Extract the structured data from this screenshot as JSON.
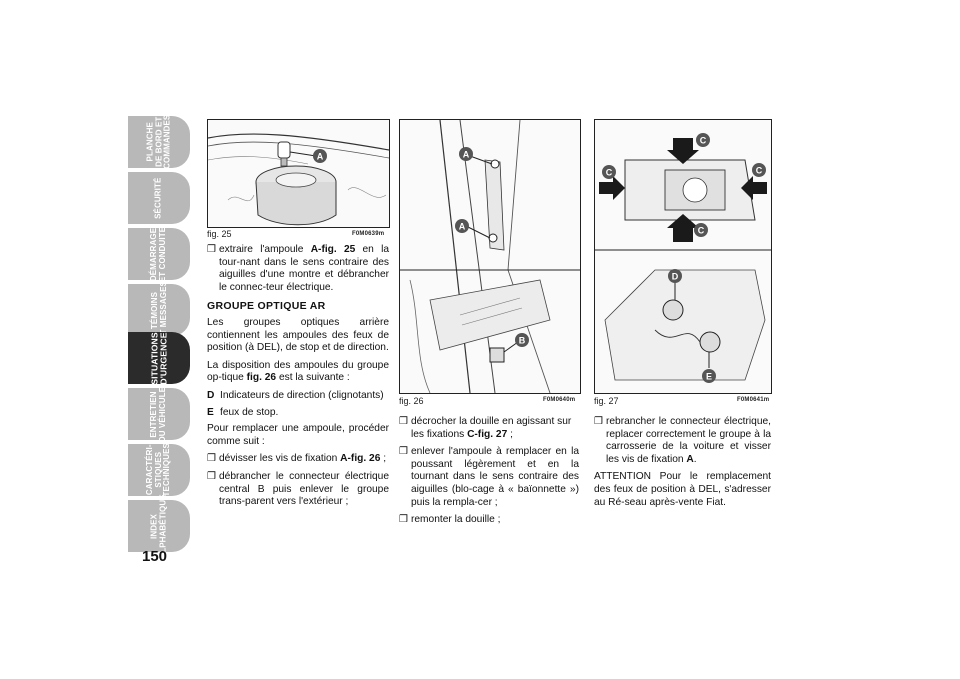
{
  "side_tabs": [
    {
      "label": "PLANCHE\nDE BORD ET\nCOMMANDES",
      "active": false
    },
    {
      "label": "SÉCURITÉ",
      "active": false
    },
    {
      "label": "DÉMARRAGE\nET CONDUITE",
      "active": false
    },
    {
      "label": "TÉMOINS\nET MESSAGES",
      "active": false
    },
    {
      "label": "SITUATIONS\nD'URGENCE",
      "active": true
    },
    {
      "label": "ENTRETIEN\nDU VÉHICULE",
      "active": false
    },
    {
      "label": "CARACTÉRI-\nSTIQUES\nTECHNIQUES",
      "active": false
    },
    {
      "label": "INDEX\nALPHABÉTIQUE",
      "active": false
    }
  ],
  "page_number": "150",
  "figures": {
    "fig25": {
      "caption": "fig. 25",
      "code": "F0M0639m",
      "callouts": [
        "A"
      ]
    },
    "fig26": {
      "caption": "fig. 26",
      "code": "F0M0640m",
      "callouts": [
        "A",
        "A",
        "B"
      ]
    },
    "fig27": {
      "caption": "fig. 27",
      "code": "F0M0641m",
      "callouts": [
        "C",
        "C",
        "C",
        "C",
        "D",
        "E"
      ]
    }
  },
  "col1": {
    "bullet1_pre": "extraire l'ampoule ",
    "bullet1_ref": "A-fig. 25",
    "bullet1_post": " en la tour-nant dans le sens contraire des aiguilles d'une montre et débrancher le connec-teur électrique.",
    "heading": "GROUPE OPTIQUE AR",
    "para1": "Les groupes optiques arrière contiennent les ampoules des feux de position (à DEL), de stop et de direction.",
    "para2_pre": "La disposition des ampoules du groupe op-tique ",
    "para2_ref": "fig. 26",
    "para2_post": " est la suivante :",
    "legend_d_key": "D",
    "legend_d_text": "Indicateurs de direction (clignotants)",
    "legend_e_key": "E",
    "legend_e_text": "feux de stop.",
    "para3": "Pour remplacer une ampoule, procéder comme suit :",
    "bullet2_pre": "dévisser les vis de fixation ",
    "bullet2_ref": "A-fig. 26",
    "bullet2_post": " ;",
    "bullet3": "débrancher le connecteur électrique central B puis enlever le groupe trans-parent vers l'extérieur ;"
  },
  "col2": {
    "bullet1_pre": "décrocher la douille en agissant sur les fixations ",
    "bullet1_ref": "C-fig. 27",
    "bullet1_post": " ;",
    "bullet2": "enlever l'ampoule à remplacer en la poussant légèrement et en la tournant dans le sens contraire des aiguilles (blo-cage à « baïonnette ») puis la rempla-cer ;",
    "bullet3": "remonter la douille ;"
  },
  "col3": {
    "bullet1_pre": "rebrancher le connecteur électrique, replacer correctement le groupe à la carrosserie de la voiture et visser les vis de fixation ",
    "bullet1_ref": "A",
    "bullet1_post": ".",
    "attention": "ATTENTION Pour le remplacement des feux de position à DEL, s'adresser au Ré-seau après-vente Fiat."
  },
  "bullet_glyph": "❒"
}
